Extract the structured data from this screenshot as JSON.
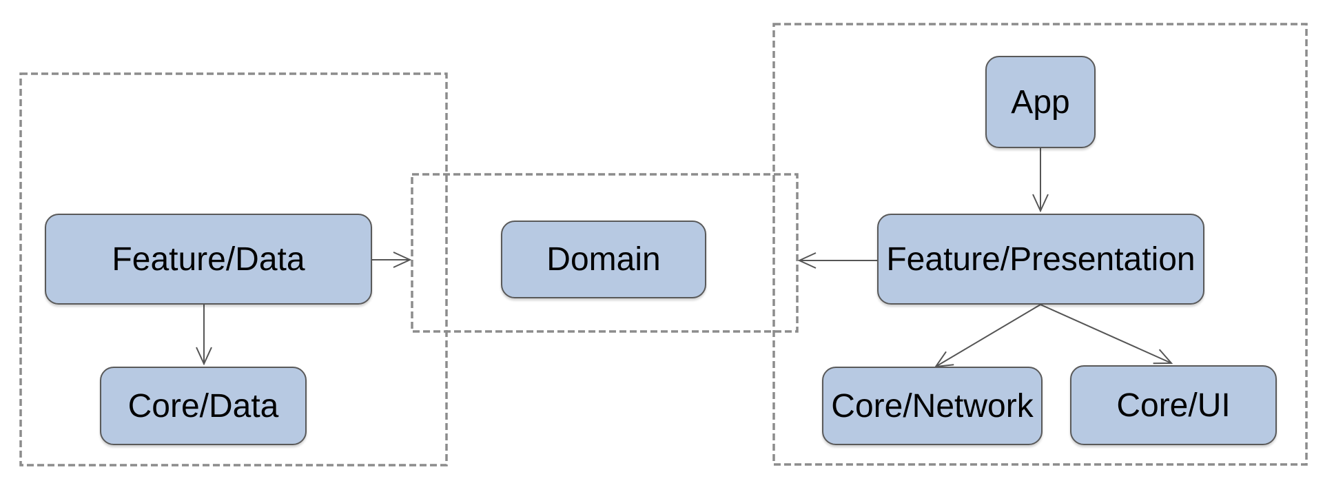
{
  "diagram": {
    "type": "architecture-dependency-diagram",
    "colors": {
      "node_fill": "#b7c9e2",
      "node_border": "#595959",
      "group_dash_border": "#8c8c8c",
      "arrow": "#555555",
      "text": "#000000",
      "background": "#ffffff"
    },
    "nodes": {
      "feature_data": {
        "label": "Feature/Data"
      },
      "core_data": {
        "label": "Core/Data"
      },
      "domain": {
        "label": "Domain"
      },
      "app": {
        "label": "App"
      },
      "feature_presentation": {
        "label": "Feature/Presentation"
      },
      "core_network": {
        "label": "Core/Network"
      },
      "core_ui": {
        "label": "Core/UI"
      }
    },
    "groups": [
      {
        "id": "data-layer-boundary",
        "contains": [
          "Feature/Data",
          "Core/Data"
        ]
      },
      {
        "id": "domain-layer-boundary",
        "contains": [
          "Domain"
        ]
      },
      {
        "id": "presentation-layer-boundary",
        "contains": [
          "App",
          "Feature/Presentation",
          "Core/Network",
          "Core/UI"
        ]
      }
    ],
    "edges": [
      {
        "from": "Feature/Data",
        "to": "Domain",
        "arrowhead": "open"
      },
      {
        "from": "Feature/Data",
        "to": "Core/Data",
        "arrowhead": "open"
      },
      {
        "from": "App",
        "to": "Feature/Presentation",
        "arrowhead": "open"
      },
      {
        "from": "Feature/Presentation",
        "to": "Domain",
        "arrowhead": "open"
      },
      {
        "from": "Feature/Presentation",
        "to": "Core/Network",
        "arrowhead": "open"
      },
      {
        "from": "Feature/Presentation",
        "to": "Core/UI",
        "arrowhead": "open"
      }
    ]
  }
}
